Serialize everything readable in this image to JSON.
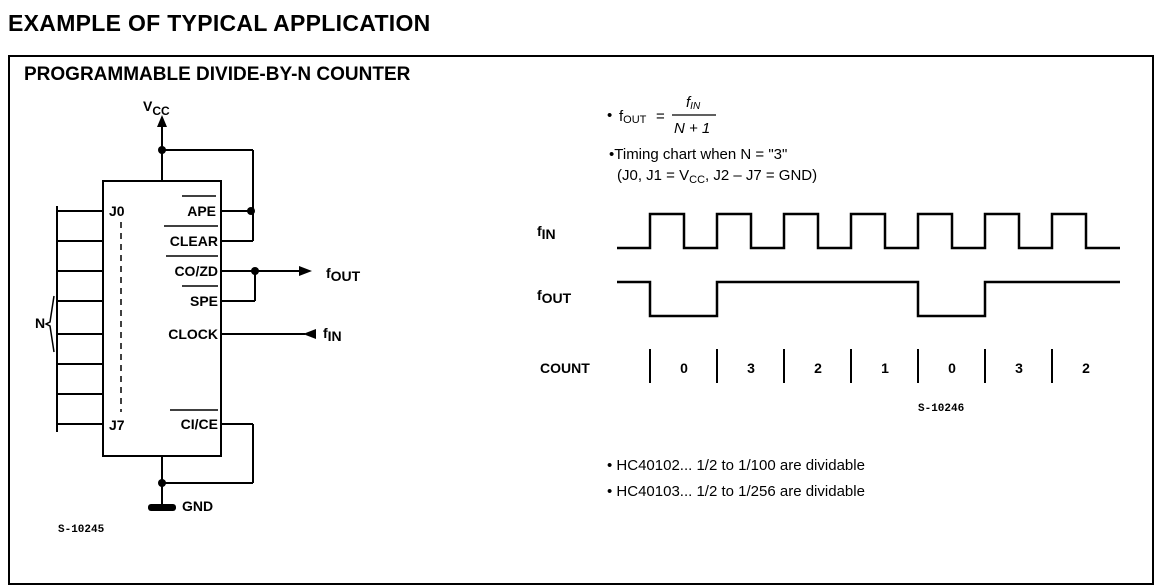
{
  "heading": "EXAMPLE OF TYPICAL APPLICATION",
  "subheading": "PROGRAMMABLE DIVIDE-BY-N COUNTER",
  "schematic": {
    "vcc_main": "V",
    "vcc_sub": "CC",
    "gnd": "GND",
    "n_label": "N",
    "j0": "J0",
    "j7": "J7",
    "pins": {
      "ape": "APE",
      "clear": "CLEAR",
      "co_zd": "CO/ZD",
      "spe": "SPE",
      "clock": "CLOCK",
      "ci_ce": "CI/CE"
    },
    "fout_main": "f",
    "fout_sub": "OUT",
    "fin_main": "f",
    "fin_sub": "IN",
    "figure_id": "S-10245"
  },
  "formula": {
    "bullet": "•",
    "lhs_main": "f",
    "lhs_sub": "OUT",
    "equals": "=",
    "num_main": "f",
    "num_sub": "IN",
    "den": "N + 1"
  },
  "timing": {
    "title": "•Timing chart when N = \"3\"",
    "cond_a": "(J0, J1 = V",
    "cond_sub": "CC",
    "cond_b": ", J2 – J7 = GND)",
    "fin_main": "f",
    "fin_sub": "IN",
    "fout_main": "f",
    "fout_sub": "OUT",
    "count_label": "COUNT",
    "counts": [
      "0",
      "3",
      "2",
      "1",
      "0",
      "3",
      "2"
    ],
    "figure_id": "S-10246"
  },
  "notes": [
    "• HC40102... 1/2 to 1/100 are dividable",
    "• HC40103... 1/2 to 1/256 are dividable"
  ]
}
